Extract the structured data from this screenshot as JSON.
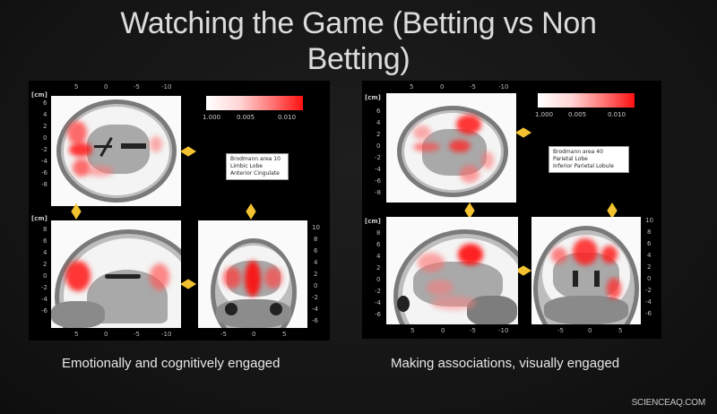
{
  "slide": {
    "title_line1": "Watching the Game (Betting vs Non",
    "title_line2": "Betting)",
    "watermark": "SCIENCEAQ.COM"
  },
  "panels": [
    {
      "id": "left",
      "caption": "Emotionally and cognitively engaged",
      "unit_label": "[cm]",
      "colorbar": {
        "labels": [
          "1.000",
          "0.005",
          "0.010"
        ],
        "colors": [
          "#ffffff",
          "#ff1010"
        ]
      },
      "info": [
        "Brodmann area 10",
        "Limbic Lobe",
        "Anterior Cingulate"
      ],
      "axial": {
        "x_ticks": [
          "5",
          "0",
          "-5",
          "-10"
        ],
        "y_ticks": [
          "6",
          "4",
          "2",
          "0",
          "-2",
          "-4",
          "-6",
          "-8"
        ]
      },
      "sagittal": {
        "x_ticks": [
          "5",
          "0",
          "-5",
          "-10"
        ],
        "y_ticks": [
          "8",
          "6",
          "4",
          "2",
          "0",
          "-2",
          "-4",
          "-6"
        ]
      },
      "coronal": {
        "x_ticks": [
          "-5",
          "0",
          "5"
        ],
        "y_ticks": [
          "10",
          "8",
          "6",
          "4",
          "2",
          "0",
          "-2",
          "-4",
          "-6"
        ]
      }
    },
    {
      "id": "right",
      "caption": "Making associations, visually engaged",
      "unit_label": "[cm]",
      "colorbar": {
        "labels": [
          "1.000",
          "0.005",
          "0.010"
        ],
        "colors": [
          "#ffffff",
          "#ff1010"
        ]
      },
      "info": [
        "Brodmann area 40",
        "Parietal Lobe",
        "Inferior Parietal Lobule"
      ],
      "axial": {
        "x_ticks": [
          "5",
          "0",
          "-5",
          "-10"
        ],
        "y_ticks": [
          "6",
          "4",
          "2",
          "0",
          "-2",
          "-4",
          "-6",
          "-8"
        ]
      },
      "sagittal": {
        "x_ticks": [
          "5",
          "0",
          "-5",
          "-10"
        ],
        "y_ticks": [
          "8",
          "6",
          "4",
          "2",
          "0",
          "-2",
          "-4",
          "-6"
        ]
      },
      "coronal": {
        "x_ticks": [
          "-5",
          "0",
          "5"
        ],
        "y_ticks": [
          "10",
          "8",
          "6",
          "4",
          "2",
          "0",
          "-2",
          "-4",
          "-6"
        ]
      }
    }
  ]
}
